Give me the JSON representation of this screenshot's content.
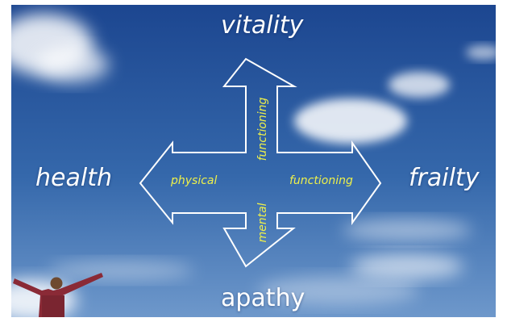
{
  "poles": {
    "top": "vitality",
    "left": "health",
    "right": "frailty",
    "bottom": "apathy"
  },
  "axis_labels": {
    "horizontal_left": "physical",
    "horizontal_right": "functioning",
    "vertical_top": "functioning",
    "vertical_bottom": "mental"
  },
  "colors": {
    "sky_top": "#1f4a8f",
    "sky_bottom": "#6a95c9",
    "arrow_outline": "#ffffff",
    "label_text": "#eef04a",
    "pole_text": "#ffffff"
  }
}
